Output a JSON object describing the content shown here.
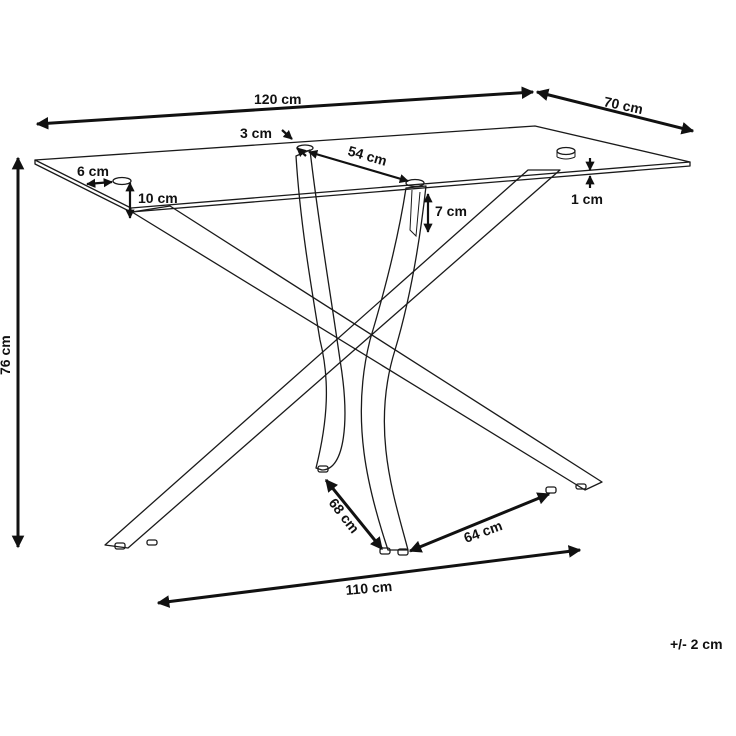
{
  "dimensions": {
    "table_width": "120 cm",
    "table_depth": "70 cm",
    "table_height": "76 cm",
    "top_overhang_side": "6 cm",
    "pad_inset": "3 cm",
    "leg_top_spacing": "54 cm",
    "leg_hub_height": "10 cm",
    "leg_bracket_height": "7 cm",
    "glass_thickness": "1 cm",
    "foot_spacing_diagonal": "68 cm",
    "foot_spacing_front": "64 cm",
    "base_width": "110 cm"
  },
  "tolerance": "+/- 2 cm",
  "colors": {
    "ink": "#1a1a1a",
    "background": "#ffffff"
  }
}
